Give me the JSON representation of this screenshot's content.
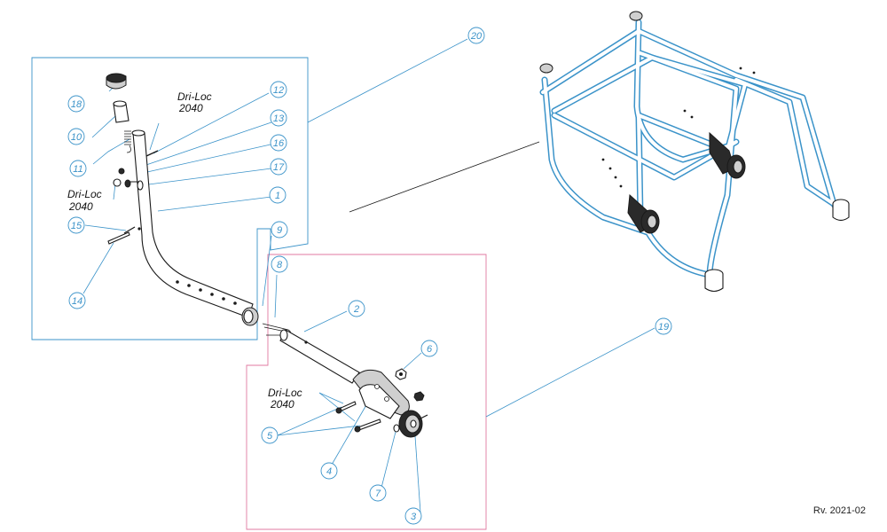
{
  "callouts": {
    "c1": "1",
    "c2": "2",
    "c3": "3",
    "c4": "4",
    "c5": "5",
    "c6": "6",
    "c7": "7",
    "c8": "8",
    "c9": "9",
    "c10": "10",
    "c11": "11",
    "c12": "12",
    "c13": "13",
    "c14": "14",
    "c15": "15",
    "c16": "16",
    "c17": "17",
    "c18": "18",
    "c19": "19",
    "c20": "20"
  },
  "notes": {
    "driloc_top_line1": "Dri-Loc",
    "driloc_top_line2": "2040",
    "driloc_left_line1": "Dri-Loc",
    "driloc_left_line2": "2040",
    "driloc_bottom_line1": "Dri-Loc",
    "driloc_bottom_line2": "2040"
  },
  "revision": "Rv. 2021-02",
  "colors": {
    "callout": "#3b93c9",
    "assembly_box": "#3b93c9",
    "sub_assembly_box": "#e07aa0",
    "frame": "#3b93c9"
  }
}
